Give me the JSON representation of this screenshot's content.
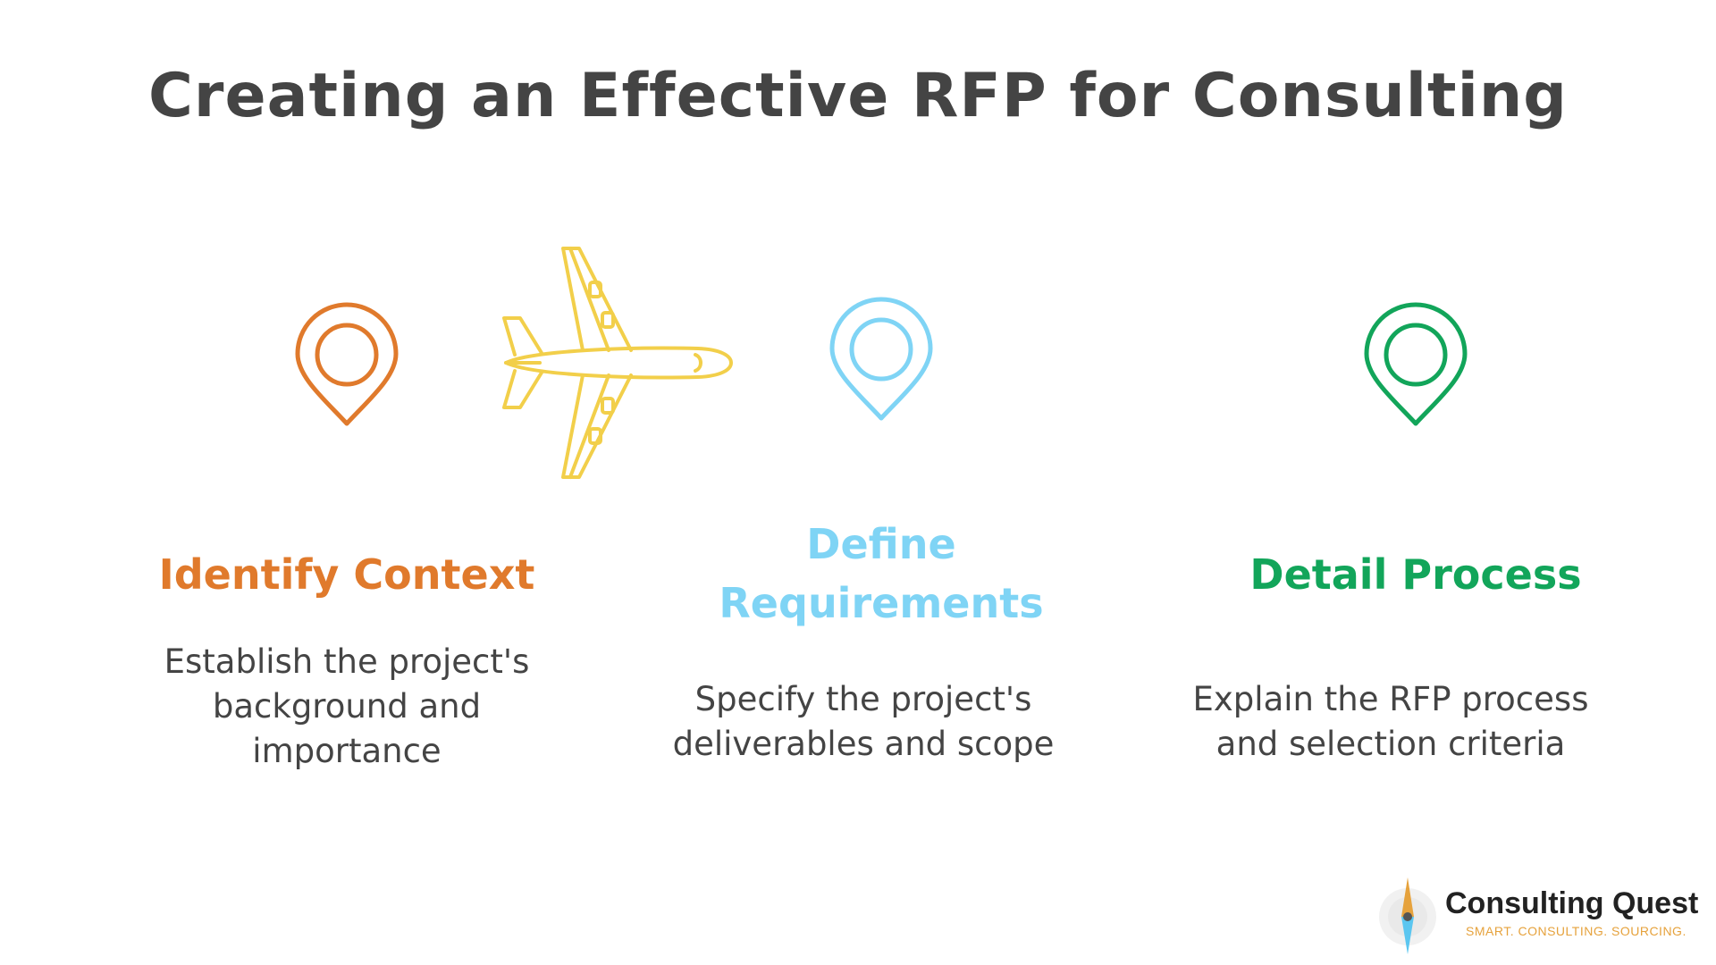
{
  "title": "Creating an Effective RFP for Consulting",
  "steps": [
    {
      "heading_lines": [
        "Identify Context"
      ],
      "description_lines": [
        "Establish the project's",
        "background and",
        "importance"
      ],
      "color": "#e07a2c",
      "icon": "location-pin-icon"
    },
    {
      "heading_lines": [
        "Define",
        "Requirements"
      ],
      "description_lines": [
        "Specify the project's",
        "deliverables and scope"
      ],
      "color": "#7fd4f5",
      "icon": "location-pin-icon"
    },
    {
      "heading_lines": [
        "Detail Process"
      ],
      "description_lines": [
        "Explain the RFP process",
        "and selection criteria"
      ],
      "color": "#12a55a",
      "icon": "location-pin-icon"
    }
  ],
  "airplane": {
    "color": "#f2cf4a",
    "icon": "airplane-icon"
  },
  "logo": {
    "name": "Consulting Quest",
    "tagline": "SMART. CONSULTING. SOURCING.",
    "icon": "compass-icon",
    "colors": {
      "accent": "#e6a23c",
      "needle": "#5bc6f0"
    }
  }
}
